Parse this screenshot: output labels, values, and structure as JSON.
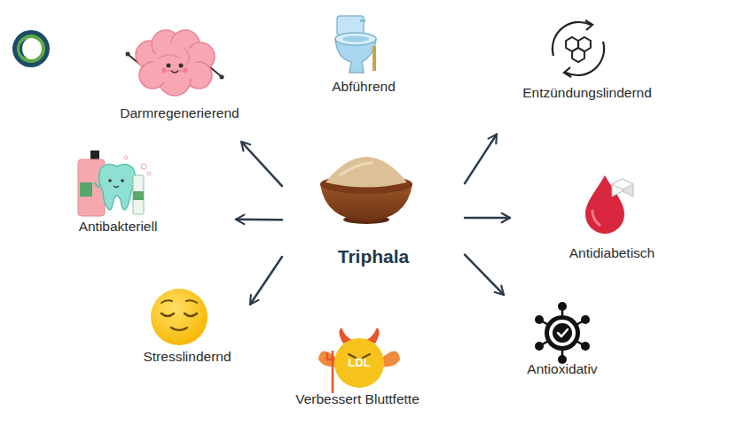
{
  "diagram": {
    "nodes": [
      {
        "text": [
          "Darmregenerierend"
        ]
      },
      {
        "text": [
          "Abführend"
        ]
      },
      {
        "text": [
          "Entzündungslindernd"
        ]
      },
      {
        "text": [
          "Antibakteriell"
        ]
      },
      {
        "text": [
          "Triphala"
        ]
      },
      {
        "text": [
          "Antidiabetisch"
        ]
      },
      {
        "text": [
          "Stresslindernd"
        ]
      },
      {
        "text": [
          "Antioxidativ"
        ]
      },
      {
        "text": [
          "Verbessert Bluttfette"
        ]
      }
    ],
    "edges": [
      {
        "from": 4,
        "to": 0,
        "arrow": "to"
      },
      {
        "from": 4,
        "to": 3,
        "arrow": "to"
      },
      {
        "from": 4,
        "to": 6,
        "arrow": "to"
      },
      {
        "from": 4,
        "to": 2,
        "arrow": "to"
      },
      {
        "from": 4,
        "to": 5,
        "arrow": "to"
      },
      {
        "from": 4,
        "to": 7,
        "arrow": "to"
      }
    ],
    "labels": [
      "LDL"
    ]
  }
}
